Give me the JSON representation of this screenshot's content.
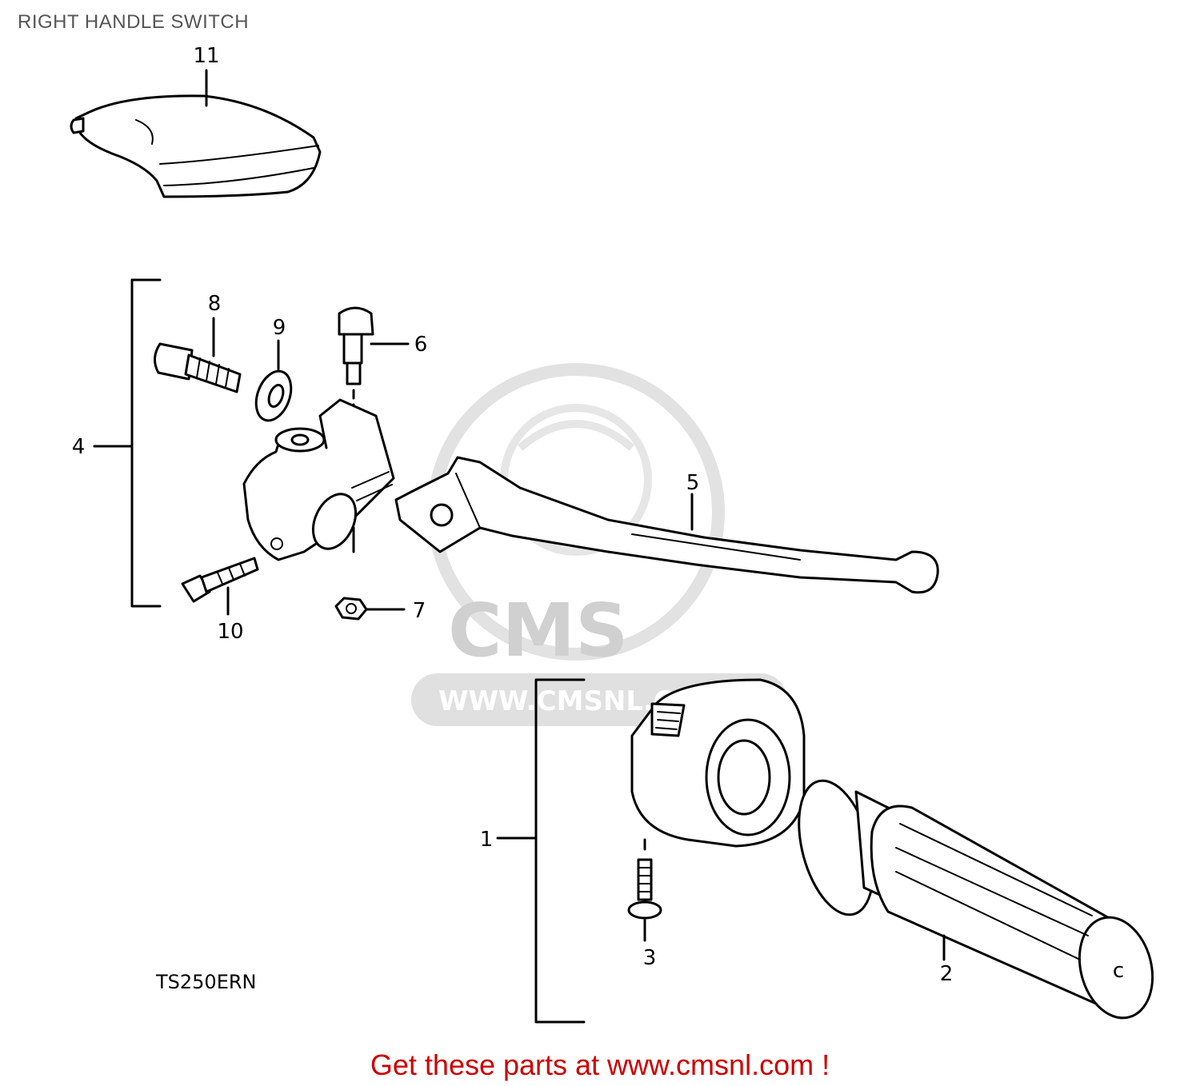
{
  "title": "RIGHT HANDLE SWITCH",
  "model_code": "TS250ERN",
  "watermark": {
    "brand": "CMS",
    "url": "WWW.CMSNL.COM"
  },
  "callouts": {
    "c1": "1",
    "c2": "2",
    "c3": "3",
    "c4": "4",
    "c5": "5",
    "c6": "6",
    "c7": "7",
    "c8": "8",
    "c9": "9",
    "c10": "10",
    "c11": "11"
  },
  "footer": "Get these parts at www.cmsnl.com !"
}
